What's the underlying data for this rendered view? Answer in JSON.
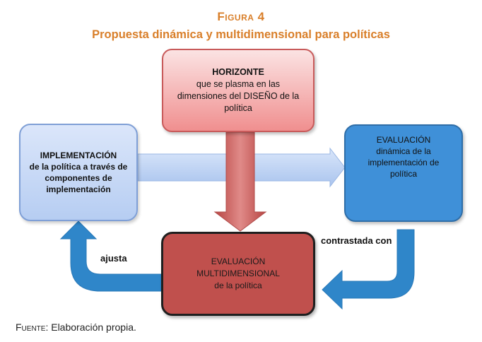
{
  "figure": {
    "label": "Figura 4",
    "title": "Propuesta dinámica y multidimensional para políticas"
  },
  "boxes": {
    "horizonte": {
      "line1": "HORIZONTE",
      "line2": "que se plasma en las",
      "line3": "dimensiones del DISEÑO de la",
      "line4": "política"
    },
    "implementacion": {
      "line1": "IMPLEMENTACIÓN",
      "line2": "de la política a través de",
      "line3": "componentes de",
      "line4": "implementación"
    },
    "evaluacion_dinamica": {
      "line1": "EVALUACIÓN",
      "line2": "dinámica de la",
      "line3": "implementación de",
      "line4": "política"
    },
    "evaluacion_multidimensional": {
      "line1": "EVALUACIÓN",
      "line2": "MULTIDIMENSIONAL",
      "line3": "de la política"
    }
  },
  "labels": {
    "contrastada": "contrastada con",
    "ajusta": "ajusta"
  },
  "source": {
    "prefix": "Fuente",
    "text": ": Elaboración propia."
  },
  "colors": {
    "title": "#d97f2a",
    "horizontal_arrow": "#b9d0f2",
    "vertical_arrow": "#c95a58",
    "curved_arrows": "#2f86c9"
  }
}
